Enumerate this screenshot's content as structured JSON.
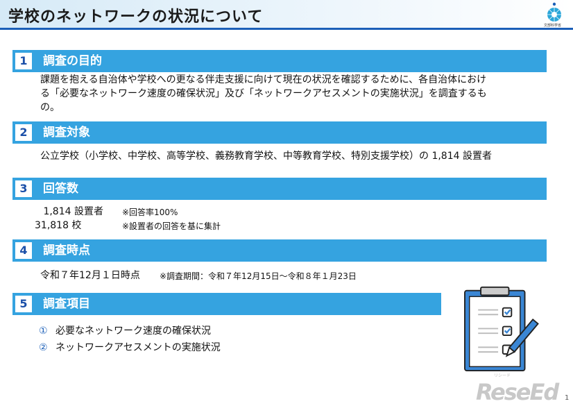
{
  "header": {
    "title": "学校のネットワークの状況について",
    "logo_text": "文部科学省"
  },
  "sections": [
    {
      "number": "1",
      "label": "調査の目的",
      "lines": [
        "課題を抱える自治体や学校への更なる伴走支援に向けて現在の状況を確認するために、各自治体におけ",
        "る「必要なネットワーク速度の確保状況」及び「ネットワークアセスメントの実施状況」を調査するも",
        "の。"
      ]
    },
    {
      "number": "2",
      "label": "調査対象",
      "lines": [
        "公立学校（小学校、中学校、高等学校、義務教育学校、中等教育学校、特別支援学校）の 1,814 設置者"
      ]
    },
    {
      "number": "3",
      "label": "回答数",
      "rows": [
        {
          "value": " 1,814 設置者",
          "note": "※回答率100%"
        },
        {
          "value": "31,818 校",
          "note": "※設置者の回答を基に集計"
        }
      ]
    },
    {
      "number": "4",
      "label": "調査時点",
      "date": "令和７年12月１日時点",
      "note": "※調査期間：令和７年12月15日～令和８年１月23日"
    },
    {
      "number": "5",
      "label": "調査項目",
      "items": [
        {
          "mark": "①",
          "text": "必要なネットワーク速度の確保状況"
        },
        {
          "mark": "②",
          "text": "ネットワークアセスメントの実施状況"
        }
      ]
    }
  ],
  "watermark": {
    "text": "ReseEd",
    "ruby": "リシード"
  },
  "page_number": "1",
  "colors": {
    "bar": "#35a3e0",
    "header_line": "#1b5fb8",
    "number": "#1b4fa8"
  }
}
